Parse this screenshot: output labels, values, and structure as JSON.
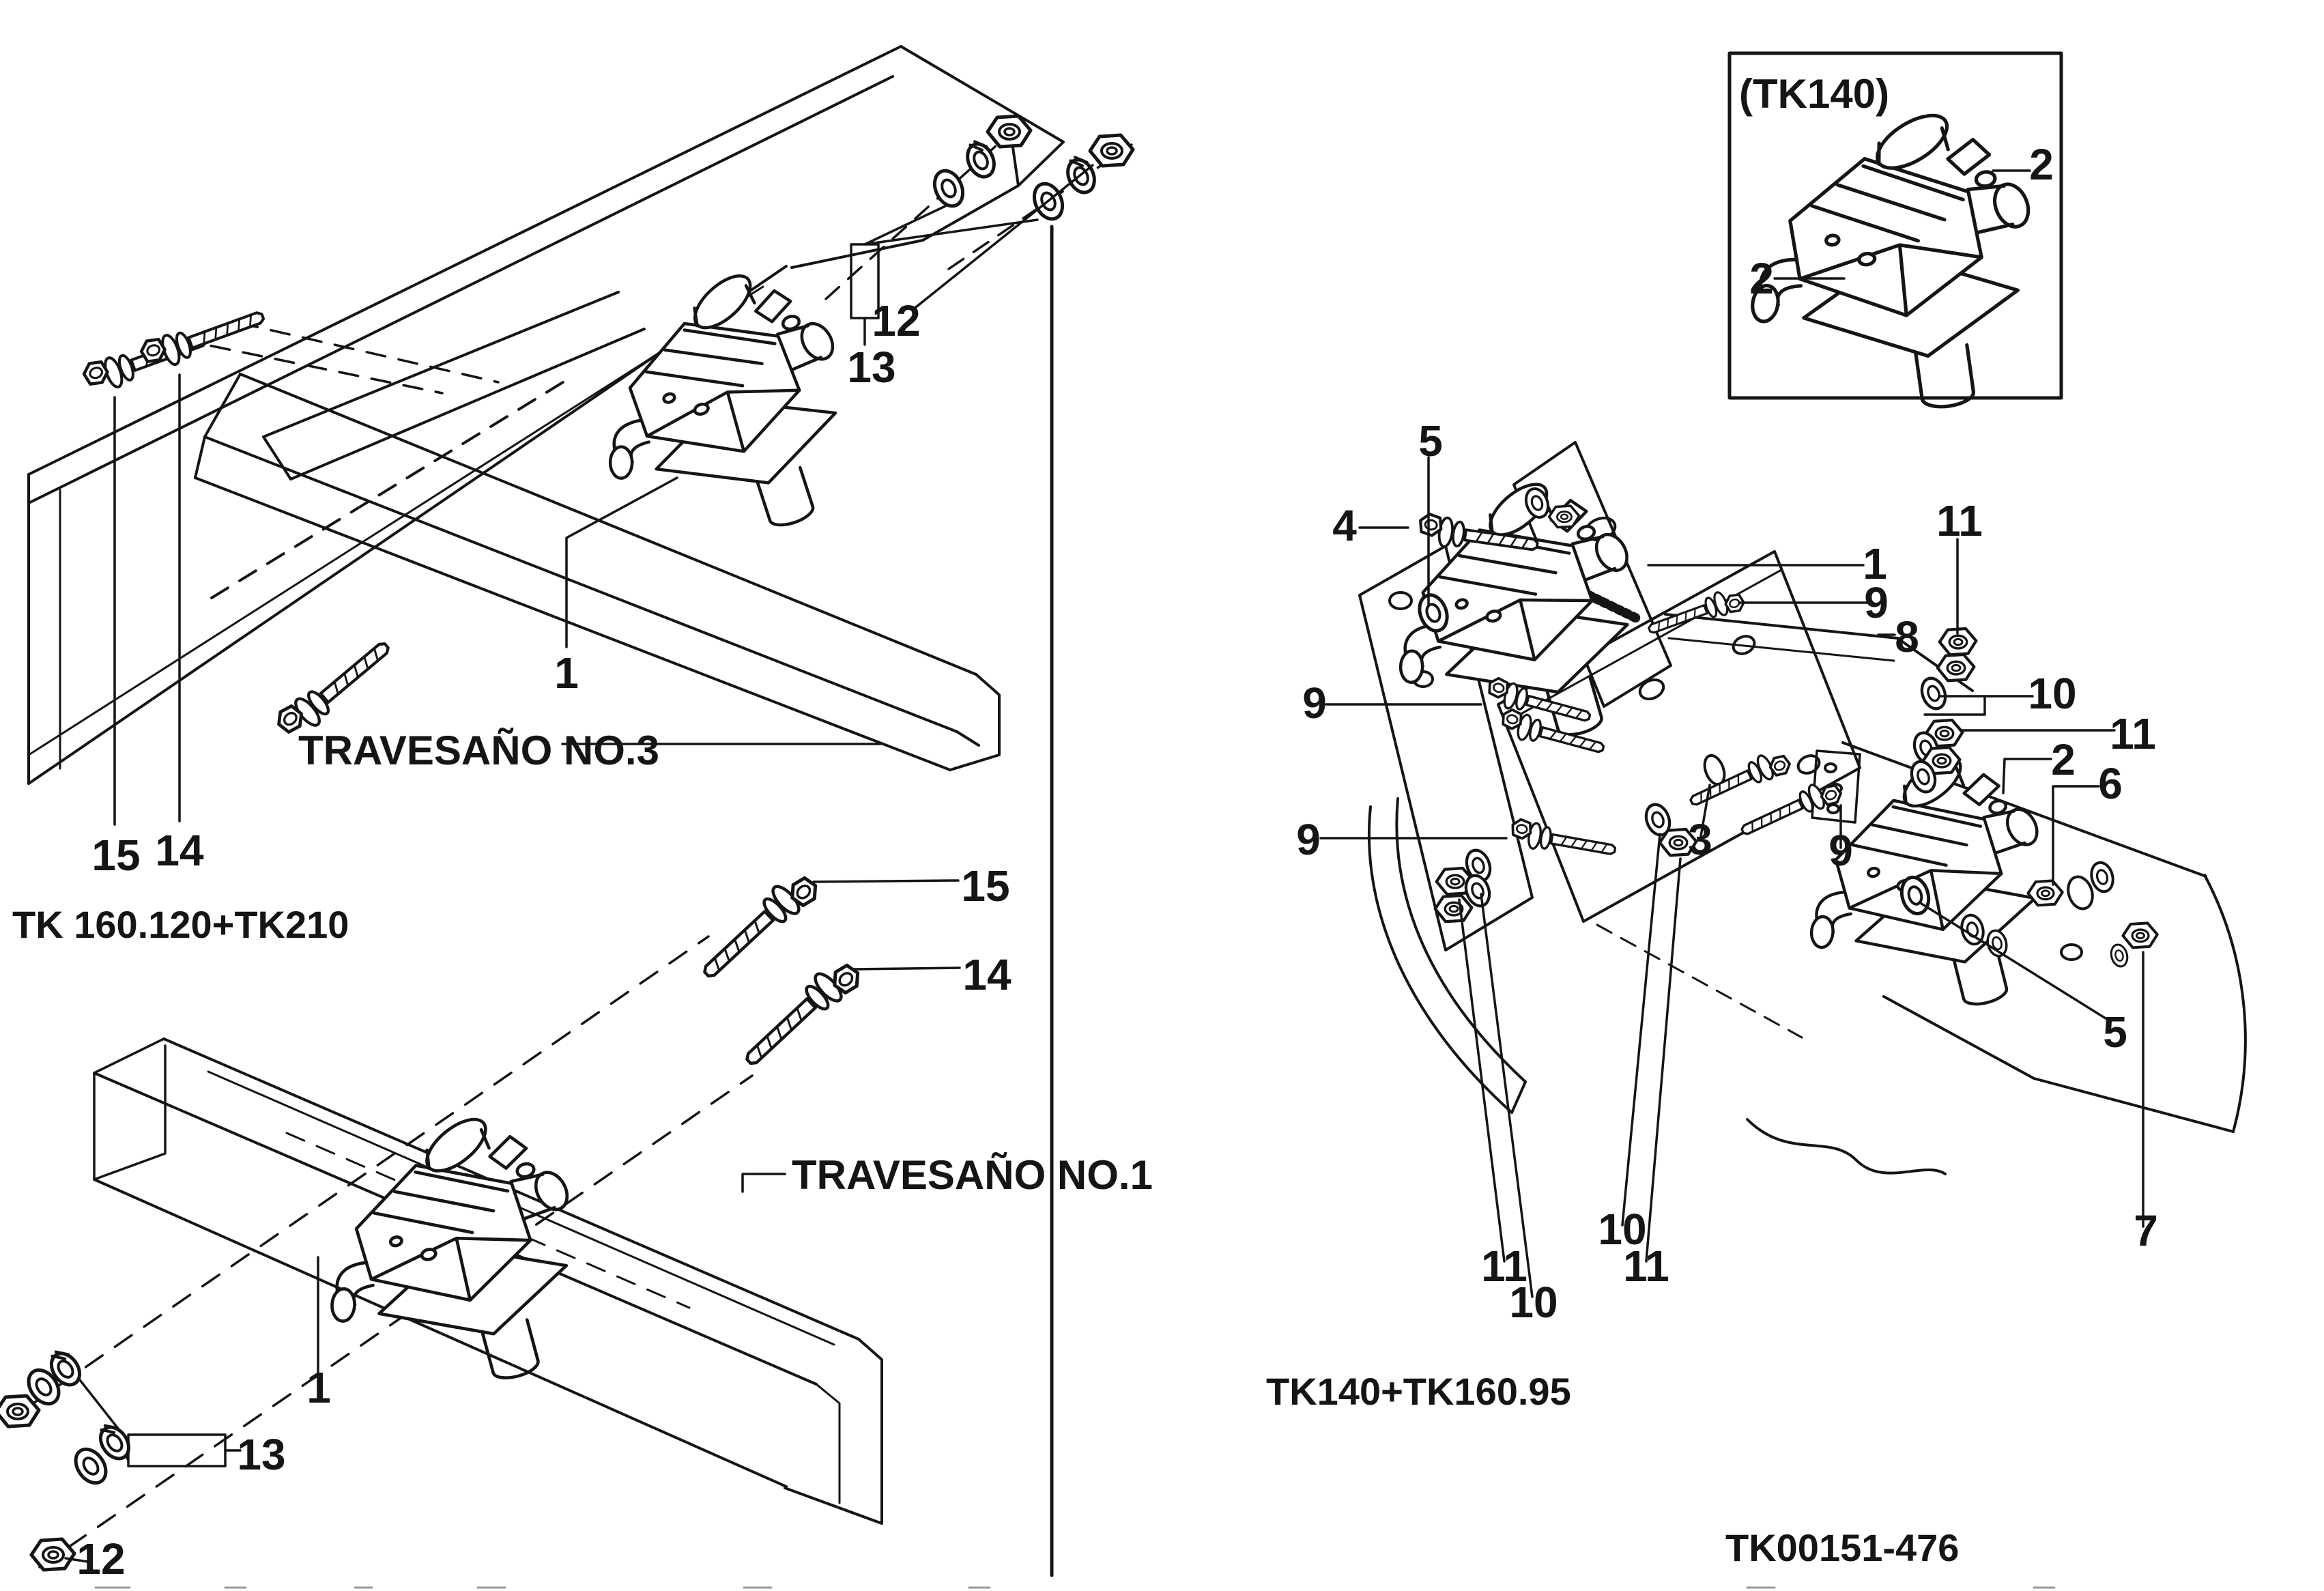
{
  "page": {
    "sheet_number": "TK00151-476"
  },
  "left_top_diagram": {
    "model_label": "TK 160.120+TK210",
    "beam_label": "TRAVESAÑO NO.3",
    "callouts": [
      {
        "label": "1"
      },
      {
        "label": "12"
      },
      {
        "label": "13"
      },
      {
        "label": "14"
      },
      {
        "label": "15"
      }
    ]
  },
  "left_bottom_diagram": {
    "beam_label": "TRAVESAÑO NO.1",
    "callouts": [
      {
        "label": "1"
      },
      {
        "label": "12"
      },
      {
        "label": "13"
      },
      {
        "label": "14"
      },
      {
        "label": "15"
      }
    ]
  },
  "right_diagram": {
    "model_label": "TK140+TK160.95",
    "inset": {
      "label": "(TK140)",
      "callouts": [
        {
          "label": "2"
        },
        {
          "label": "2"
        }
      ]
    },
    "callouts": [
      {
        "label": "4"
      },
      {
        "label": "5"
      },
      {
        "label": "1"
      },
      {
        "label": "9"
      },
      {
        "label": "8"
      },
      {
        "label": "11"
      },
      {
        "label": "10"
      },
      {
        "label": "11"
      },
      {
        "label": "2"
      },
      {
        "label": "6"
      },
      {
        "label": "9"
      },
      {
        "label": "9"
      },
      {
        "label": "3"
      },
      {
        "label": "9"
      },
      {
        "label": "5"
      },
      {
        "label": "7"
      },
      {
        "label": "11"
      },
      {
        "label": "10"
      },
      {
        "label": "10"
      },
      {
        "label": "11"
      }
    ]
  }
}
